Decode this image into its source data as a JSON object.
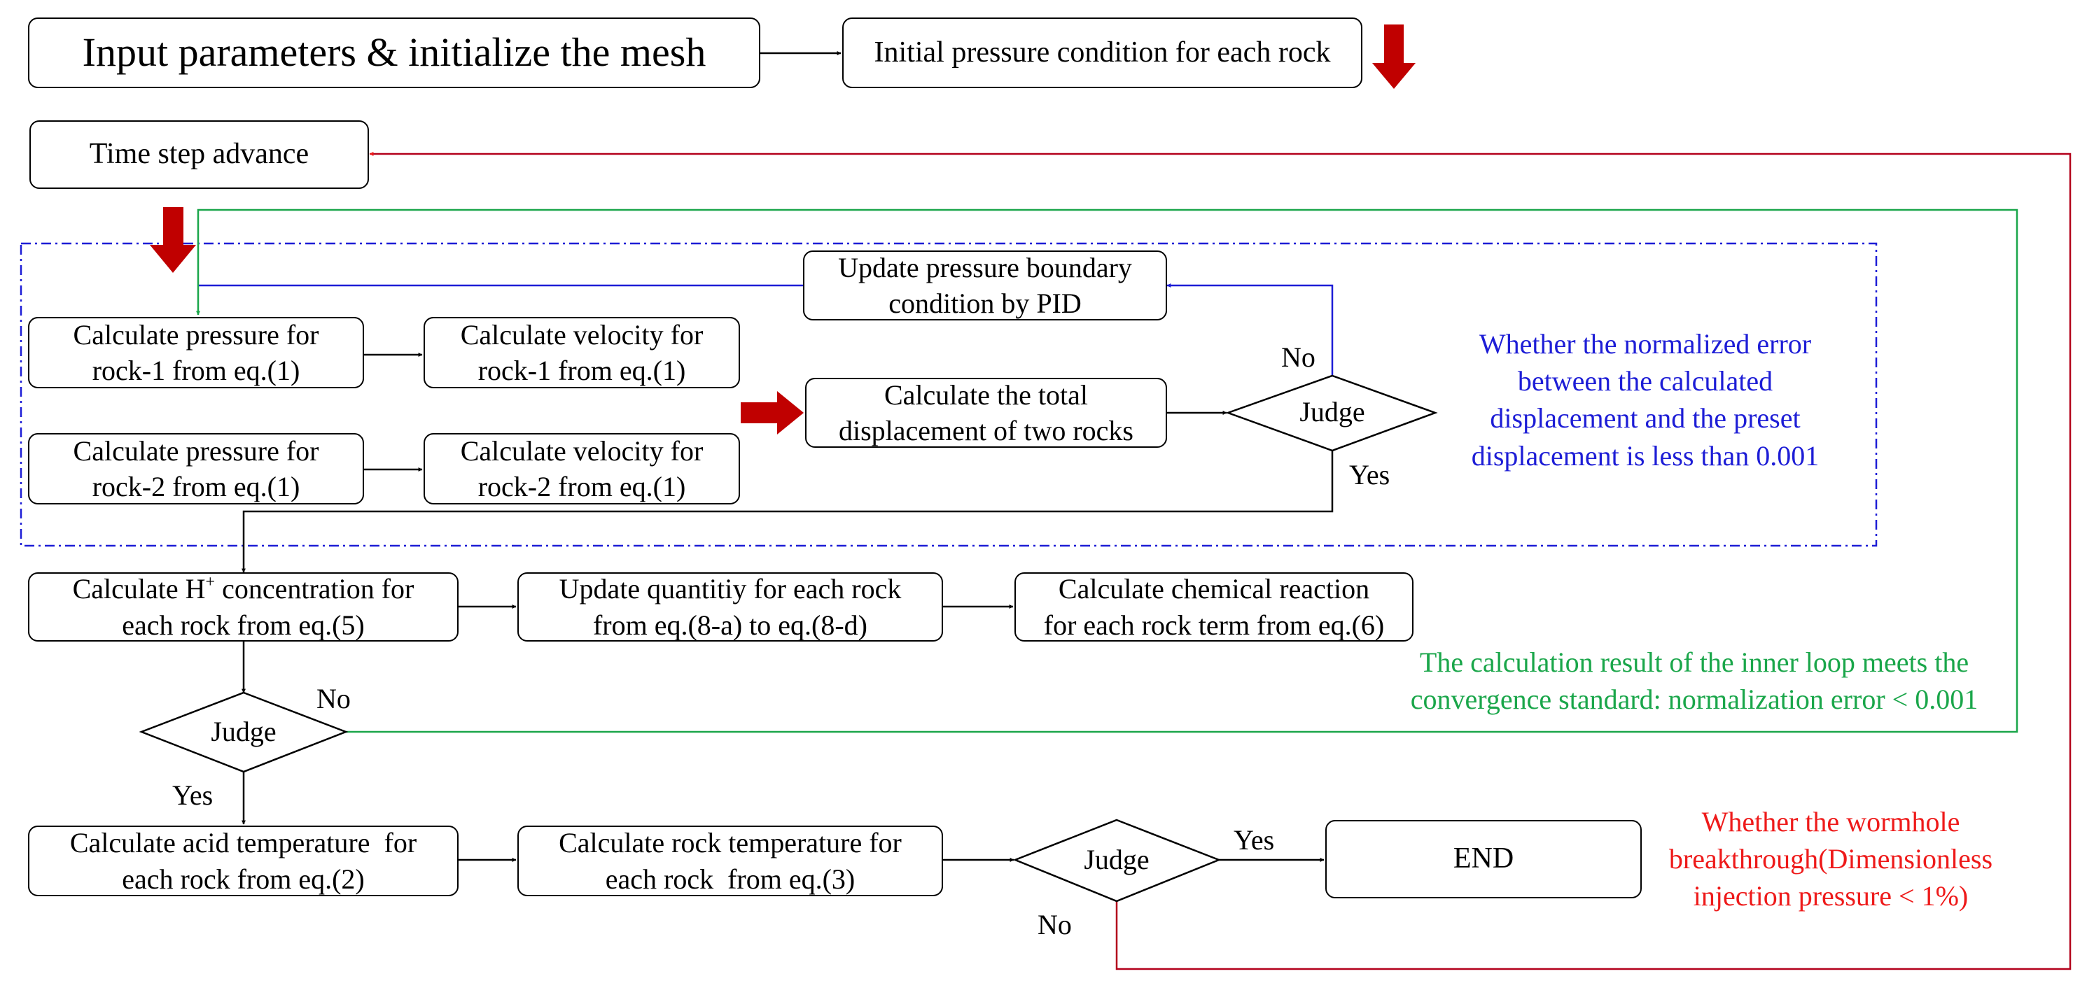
{
  "boxes": {
    "input_params": "Input parameters & initialize the mesh",
    "initial_pressure": "Initial pressure condition for each rock",
    "time_step": "Time step advance",
    "update_pressure_l1": "Update pressure boundary",
    "update_pressure_l2": "condition by PID",
    "calc_pressure_r1_l1": "Calculate pressure for",
    "calc_pressure_r1_l2": "rock-1 from eq.(1)",
    "calc_velocity_r1_l1": "Calculate velocity for",
    "calc_velocity_r1_l2": "rock-1 from eq.(1)",
    "calc_displacement_l1": "Calculate the total",
    "calc_displacement_l2": "displacement of two rocks",
    "calc_pressure_r2_l1": "Calculate pressure for",
    "calc_pressure_r2_l2": "rock-2 from eq.(1)",
    "calc_velocity_r2_l1": "Calculate velocity for",
    "calc_velocity_r2_l2": "rock-2 from eq.(1)",
    "calc_h_prefix": "Calculate H",
    "calc_h_sup": "+",
    "calc_h_suffix": " concentration for",
    "calc_h_l2": "each rock from eq.(5)",
    "update_quantity_l1": "Update quantitiy for each rock",
    "update_quantity_l2": "from eq.(8-a) to eq.(8-d)",
    "calc_chem_l1": "Calculate chemical reaction",
    "calc_chem_l2": "for each rock term from eq.(6)",
    "calc_acid_temp_l1": "Calculate acid temperature  for",
    "calc_acid_temp_l2": "each rock from eq.(2)",
    "calc_rock_temp_l1": "Calculate rock temperature for",
    "calc_rock_temp_l2": "each rock  from eq.(3)",
    "end": "END"
  },
  "decisions": {
    "judge_inner": "Judge",
    "judge_middle": "Judge",
    "judge_outer": "Judge"
  },
  "labels": {
    "inner_no": "No",
    "inner_yes": "Yes",
    "middle_no": "No",
    "middle_yes": "Yes",
    "outer_yes": "Yes",
    "outer_no": "No"
  },
  "notes": {
    "blue_l1": "Whether the normalized error",
    "blue_l2": "between the calculated",
    "blue_l3": "displacement and the preset",
    "blue_l4": "displacement is less than 0.001",
    "green_l1": "The calculation result of the inner loop meets the",
    "green_l2": "convergence standard: normalization error < 0.001",
    "red_l1": "Whether the wormhole",
    "red_l2": "breakthrough(Dimensionless",
    "red_l3": "injection pressure < 1%)"
  },
  "colors": {
    "inner_loop": "#1d1dd6",
    "middle_loop": "#1aa64a",
    "outer_loop": "#ee1a1a",
    "big_arrow": "#c00000"
  }
}
